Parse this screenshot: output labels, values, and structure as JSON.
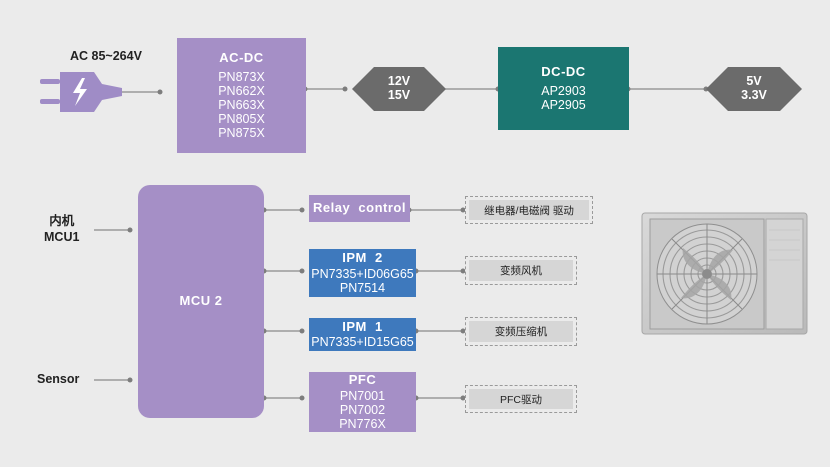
{
  "input_voltage": "AC 85~264V",
  "ac_dc": {
    "title": "AC-DC",
    "parts": [
      "PN873X",
      "PN662X",
      "PN663X",
      "PN805X",
      "PN875X"
    ]
  },
  "rail1": [
    "12V",
    "15V"
  ],
  "dc_dc": {
    "title": "DC-DC",
    "parts": [
      "AP2903",
      "AP2905"
    ]
  },
  "rail2": [
    "5V",
    "3.3V"
  ],
  "mcu1_label": [
    "内机",
    "MCU1"
  ],
  "sensor_label": "Sensor",
  "mcu2_label": "MCU 2",
  "relay": {
    "title": "Relay  control",
    "target": "继电器/电磁阀 驱动"
  },
  "ipm2": {
    "title": "IPM  2",
    "parts": [
      "PN7335+ID06G65",
      "PN7514"
    ],
    "target": "变频风机"
  },
  "ipm1": {
    "title": "IPM  1",
    "parts": [
      "PN7335+ID15G65"
    ],
    "target": "变频压缩机"
  },
  "pfc": {
    "title": "PFC",
    "parts": [
      "PN7001",
      "PN7002",
      "PN776X"
    ],
    "target": "PFC驱动"
  },
  "colors": {
    "purple": "#a58fc6",
    "teal": "#1b7671",
    "blue": "#3e79bd",
    "diamond": "#6b6b6b",
    "wire": "#8a8a8a"
  },
  "icons": {
    "plug": "power-plug-icon",
    "outdoor_unit": "air-conditioner-outdoor-unit"
  }
}
